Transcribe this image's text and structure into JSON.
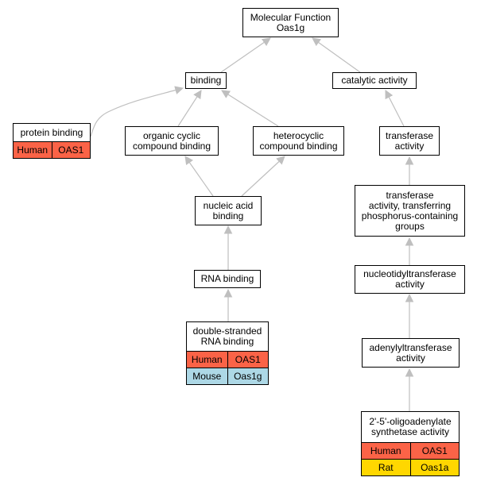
{
  "nodes": {
    "root": {
      "label": "Molecular Function\nOas1g"
    },
    "binding": {
      "label": "binding"
    },
    "catalytic": {
      "label": "catalytic activity"
    },
    "protein_binding": {
      "label": "protein binding",
      "ann": [
        {
          "species": "Human",
          "gene": "OAS1"
        }
      ]
    },
    "organic_cyclic": {
      "label": "organic cyclic\ncompound binding"
    },
    "heterocyclic": {
      "label": "heterocyclic\ncompound binding"
    },
    "transferase": {
      "label": "transferase\nactivity"
    },
    "transferase_p": {
      "label": "transferase\nactivity, transferring\nphosphorus-containing\ngroups"
    },
    "nucleic_acid": {
      "label": "nucleic acid\nbinding"
    },
    "nucleotidyl": {
      "label": "nucleotidyltransferase\nactivity"
    },
    "rna_binding": {
      "label": "RNA binding"
    },
    "adenylyl": {
      "label": "adenylyltransferase\nactivity"
    },
    "dsrna": {
      "label": "double-stranded\nRNA binding",
      "ann": [
        {
          "species": "Human",
          "gene": "OAS1"
        },
        {
          "species": "Mouse",
          "gene": "Oas1g"
        }
      ]
    },
    "oligoadenylate": {
      "label": "2'-5'-oligoadenylate\nsynthetase activity",
      "ann": [
        {
          "species": "Human",
          "gene": "OAS1"
        },
        {
          "species": "Rat",
          "gene": "Oas1a"
        }
      ]
    }
  },
  "colors": {
    "edge": "#bfbfbf",
    "human": "#fb6347",
    "mouse": "#add8e6",
    "rat": "#ffd700"
  }
}
